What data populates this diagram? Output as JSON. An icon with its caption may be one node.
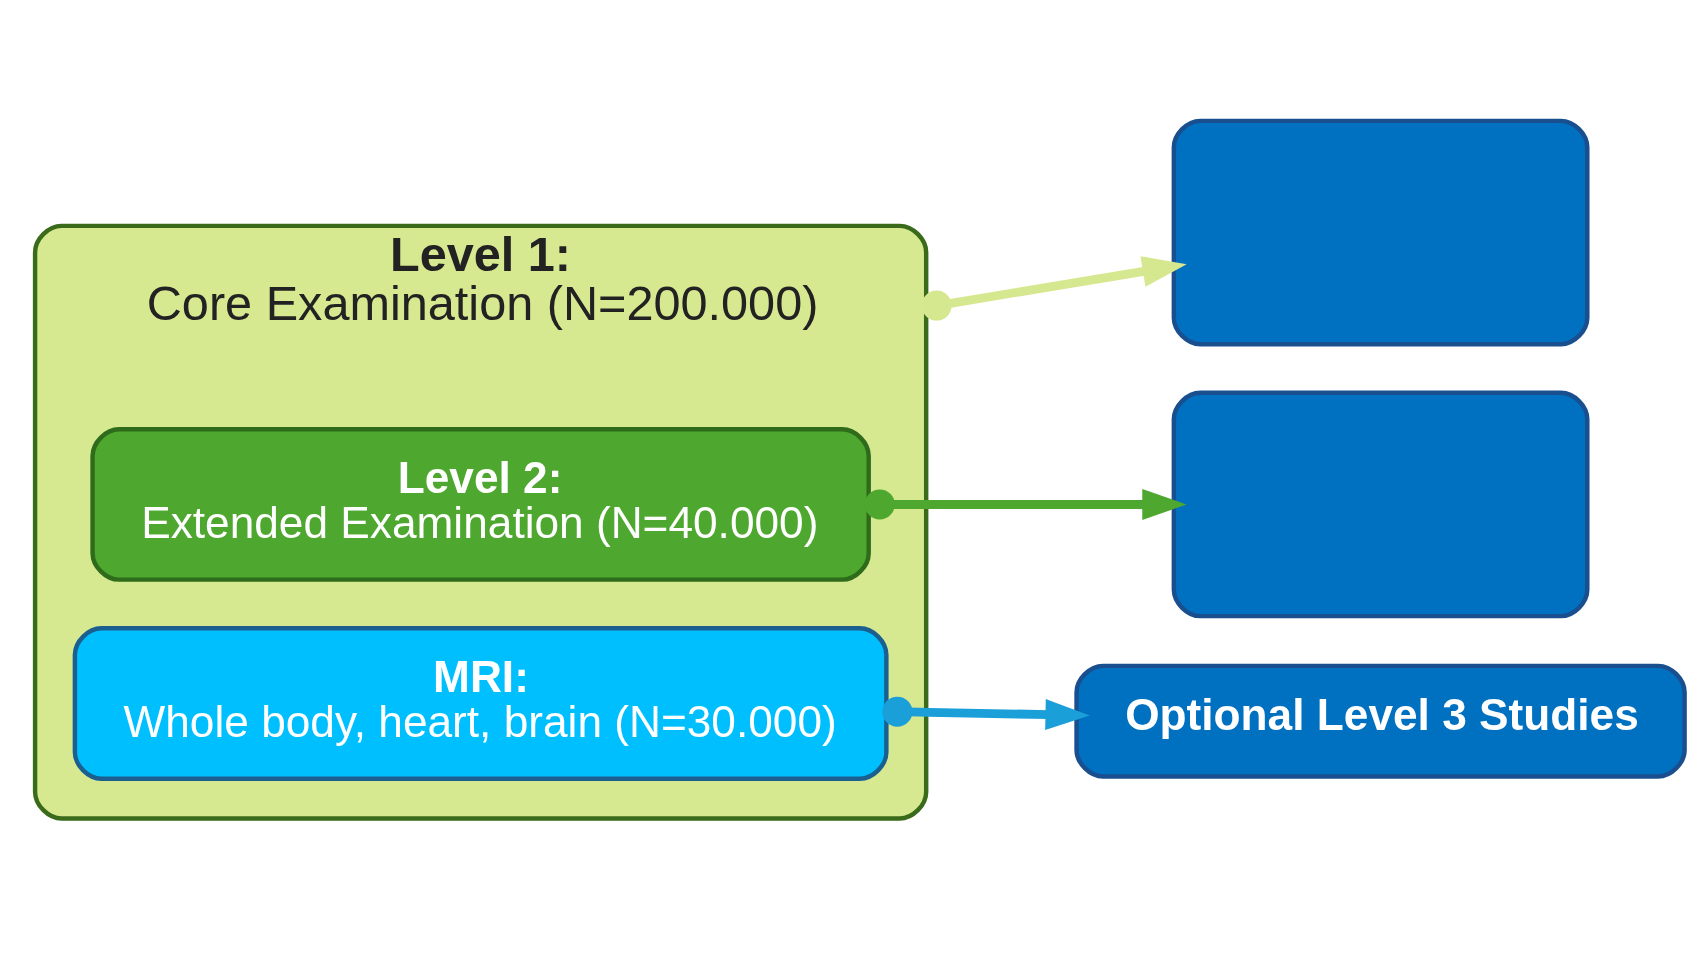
{
  "diagram": {
    "nodes": [
      {
        "text": [
          "Level 1:",
          "Core Examination (N=200.000)"
        ]
      },
      {
        "text": [
          "Level 2:",
          "Extended Examination (N=40.000)"
        ],
        "in": 0
      },
      {
        "text": [
          "MRI:",
          "Whole body, heart, brain (N=30.000)"
        ],
        "in": 0
      },
      {
        "text": [],
        "shape": "box"
      },
      {
        "text": [],
        "shape": "box"
      },
      {
        "text": [
          "Optional Level 3 Studies"
        ]
      }
    ],
    "edges": [
      {
        "from": 0,
        "to": 3,
        "arrow": "to",
        "color": "#d6e88f"
      },
      {
        "from": 1,
        "to": 4,
        "arrow": "to",
        "color": "#4ea72e"
      },
      {
        "from": 2,
        "to": 5,
        "arrow": "to",
        "color": "#1a9fd8"
      }
    ]
  }
}
